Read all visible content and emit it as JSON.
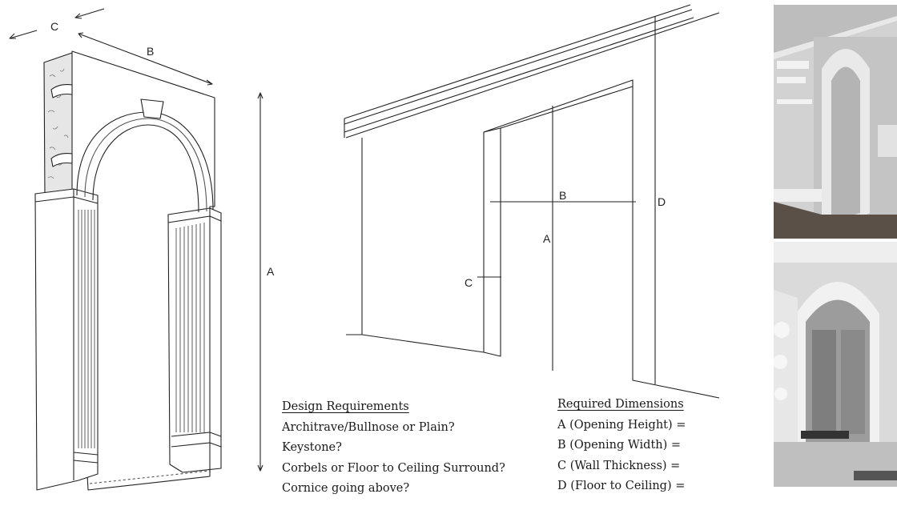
{
  "arch_drawing": {
    "labels": {
      "c": "C",
      "b": "B",
      "a": "A"
    }
  },
  "opening_drawing": {
    "labels": {
      "b": "B",
      "a": "A",
      "c": "C",
      "d": "D"
    }
  },
  "design_requirements": {
    "title": "Design Requirements",
    "items": [
      "Architrave/Bullnose or Plain?",
      "Keystone?",
      "Corbels or Floor to Ceiling Surround?",
      "Cornice going above?"
    ]
  },
  "required_dimensions": {
    "title": "Required Dimensions",
    "items": [
      "A (Opening Height) =",
      "B (Opening Width) =",
      "C (Wall Thickness) =",
      "D (Floor to Ceiling) ="
    ]
  }
}
